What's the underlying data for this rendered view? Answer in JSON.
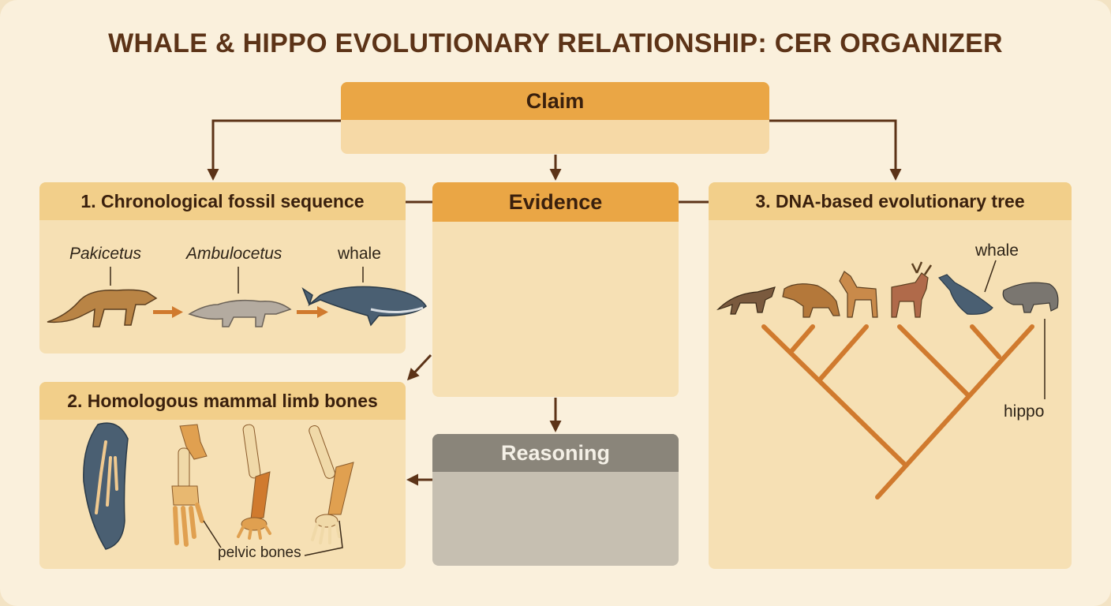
{
  "title": "WHALE  & HIPPO EVOLUTIONARY RELATIONSHIP: CER ORGANIZER",
  "claim": {
    "label": "Claim"
  },
  "evidence": {
    "label": "Evidence"
  },
  "reasoning": {
    "label": "Reasoning"
  },
  "fossil_sequence": {
    "heading": "1. Chronological fossil sequence",
    "species": [
      "Pakicetus",
      "Ambulocetus",
      "whale"
    ]
  },
  "limb_bones": {
    "heading": "2. Homologous mammal limb bones",
    "annotation": "pelvic bones"
  },
  "dna_tree": {
    "heading": "3. DNA-based evolutionary tree",
    "whale_label": "whale",
    "hippo_label": "hippo"
  },
  "colors": {
    "header_orange": "#eaa645",
    "panel_tan": "#f6e0b4",
    "arrow_brown": "#5c3317",
    "tree_orange": "#d07a2e",
    "reasoning_gray": "#8a857a"
  }
}
